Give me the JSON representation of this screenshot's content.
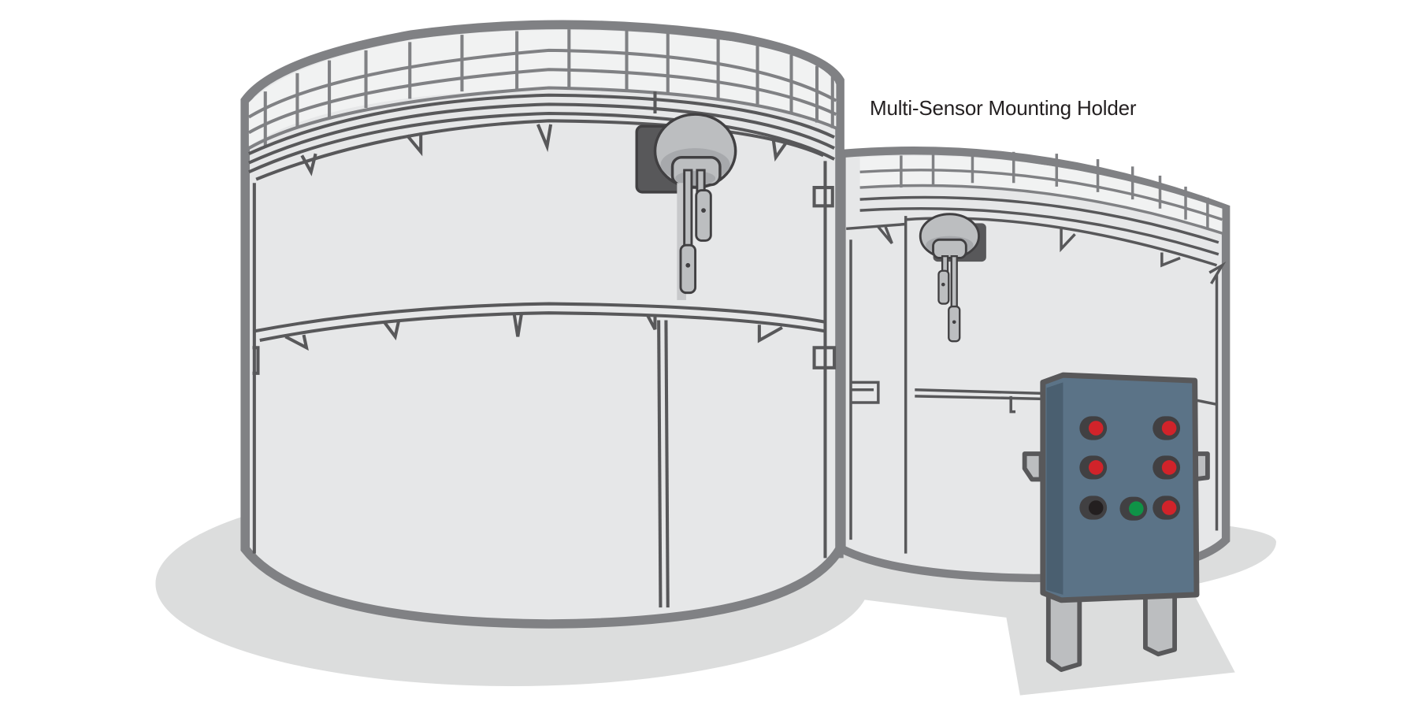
{
  "diagram": {
    "title": "Multi-Sensor Mounting Holder",
    "annotation_label": "Multi-Sensor Mounting Holder",
    "components": [
      {
        "name": "large-storage-tank",
        "sensor": "multi-sensor-mounting-holder"
      },
      {
        "name": "small-storage-tank",
        "sensor": "multi-sensor-mounting-holder"
      },
      {
        "name": "control-panel",
        "indicator_lights": 7
      }
    ],
    "control_panel": {
      "lights": [
        {
          "row": 1,
          "col": 1,
          "color": "red"
        },
        {
          "row": 1,
          "col": 3,
          "color": "red"
        },
        {
          "row": 2,
          "col": 1,
          "color": "red"
        },
        {
          "row": 2,
          "col": 3,
          "color": "red"
        },
        {
          "row": 3,
          "col": 1,
          "color": "black"
        },
        {
          "row": 3,
          "col": 2,
          "color": "green"
        },
        {
          "row": 3,
          "col": 3,
          "color": "red"
        }
      ]
    },
    "colors": {
      "outline": "#58585a",
      "tank_rim": "#808184",
      "tank_fill": "#e6e7e8",
      "grid_fill": "#f1f2f2",
      "shadow": "#dcdddd",
      "sensor_light": "#bcbec0",
      "sensor_mid": "#a7a9ac",
      "sensor_dark": "#58585a",
      "panel_blue": "#5b7387",
      "panel_side": "#4a5f70",
      "light_red": "#d1232a",
      "light_green": "#0f9347",
      "light_black": "#231f20",
      "light_bezel": "#414042",
      "label_text": "#231f20"
    }
  }
}
